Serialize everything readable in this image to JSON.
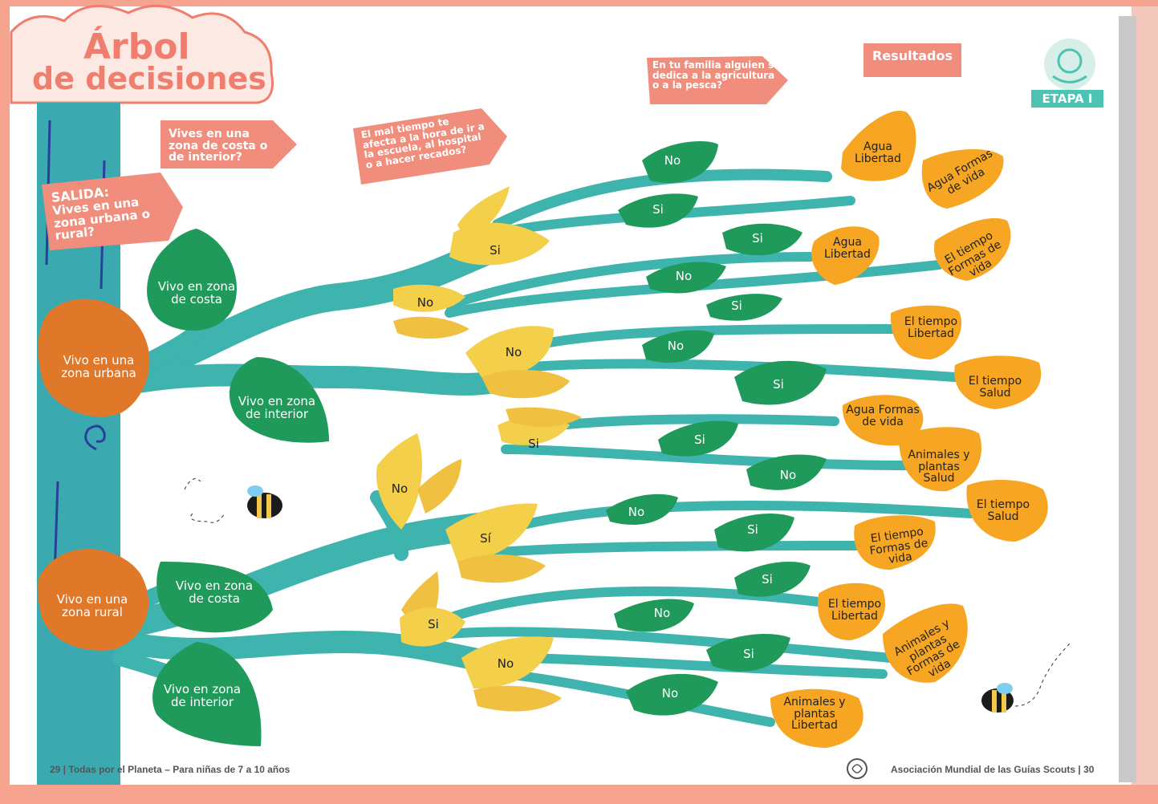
{
  "title": {
    "line1": "Árbol",
    "line2": "de decisiones"
  },
  "stage_badge": "ETAPA I",
  "results_label": "Resultados",
  "questions": {
    "start_label": "SALIDA:",
    "q1": "Vives en una zona urbana o rural?",
    "q2": "Vives en una zona de costa o de interior?",
    "q3": "El mal tiempo te afecta a la hora de ir a la escuela, al hospital o a hacer recados?",
    "q4": "En tu familia alguien se dedica a la agricultura o a la pesca?"
  },
  "level1": {
    "urban": "Vivo en una zona urbana",
    "rural": "Vivo en una zona rural"
  },
  "level2": {
    "urban_coast": "Vivo en zona de costa",
    "urban_interior": "Vivo en zona de interior",
    "rural_coast": "Vivo en zona de costa",
    "rural_interior": "Vivo en zona de interior"
  },
  "level3": [
    "Si",
    "No",
    "No",
    "Si",
    "No",
    "Sí",
    "Si",
    "No"
  ],
  "level4": [
    "No",
    "Si",
    "Si",
    "No",
    "Si",
    "No",
    "Si",
    "Si",
    "No",
    "No",
    "Si",
    "Si",
    "No",
    "Si",
    "No"
  ],
  "results": [
    "Agua Libertad",
    "Agua Formas de vida",
    "Agua Libertad",
    "El tiempo Formas de vida",
    "El tiempo Libertad",
    "El tiempo Salud",
    "Agua Formas de vida",
    "Animales y plantas Salud",
    "El tiempo Salud",
    "El tiempo Formas de vida",
    "El tiempo Libertad",
    "Animales y plantas Formas de vida",
    "Animales y plantas Libertad"
  ],
  "footer": {
    "left": "29 | Todas por el Planeta – Para niñas de 7 a 10 años",
    "right": "Asociación Mundial de las Guías Scouts | 30"
  },
  "colors": {
    "branch": "#3fb3ae",
    "trunk": "#3aa9b0",
    "green_leaf": "#1f9a5a",
    "dark_green_leaf": "#0f8a4a",
    "yellow_leaf": "#f3cf4a",
    "orange_result": "#f6a623",
    "orange_leaf": "#e0782a",
    "sign": "#f08d7c"
  }
}
